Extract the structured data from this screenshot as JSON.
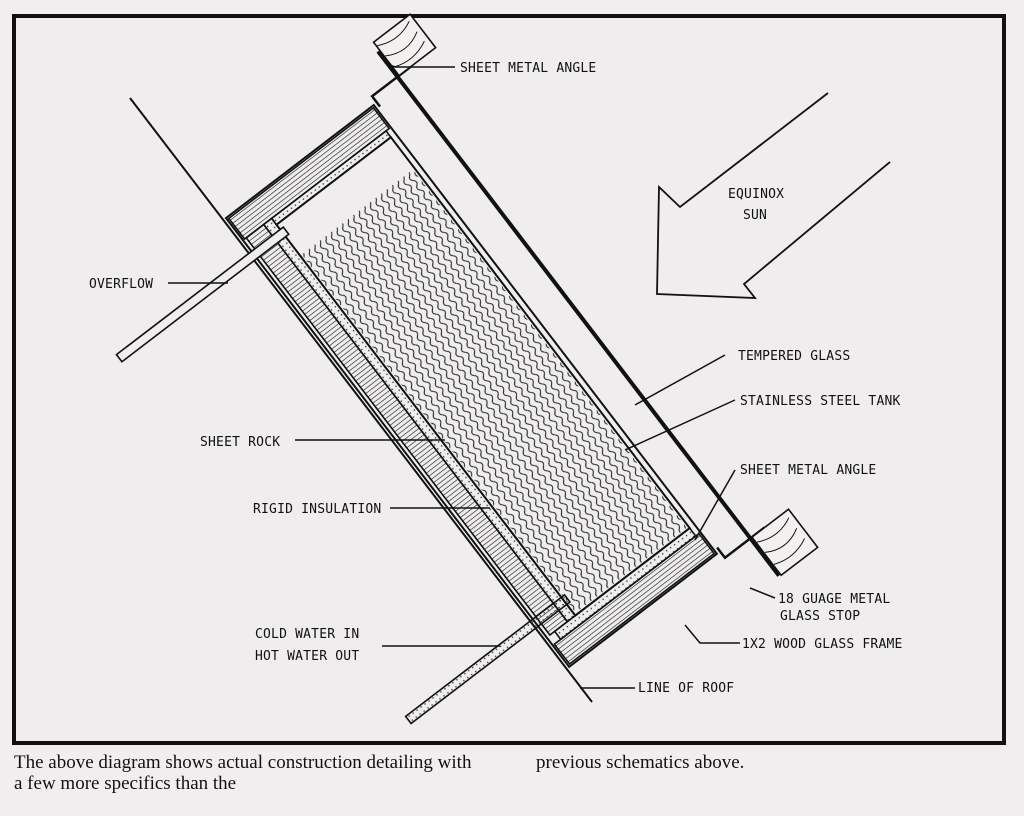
{
  "labels": {
    "sheet_metal_angle_top": "SHEET METAL ANGLE",
    "equinox_sun_1": "EQUINOX",
    "equinox_sun_2": "SUN",
    "overflow": "OVERFLOW",
    "tempered_glass": "TEMPERED GLASS",
    "stainless_steel_tank": "STAINLESS STEEL TANK",
    "sheet_rock": "SHEET ROCK",
    "sheet_metal_angle_bottom": "SHEET METAL ANGLE",
    "rigid_insulation": "RIGID INSULATION",
    "glass_stop_1": "18 GUAGE METAL",
    "glass_stop_2": "GLASS STOP",
    "cold_water_in": "COLD WATER IN",
    "hot_water_out": "HOT WATER OUT",
    "wood_glass_frame": "1X2 WOOD GLASS FRAME",
    "line_of_roof": "LINE OF ROOF"
  },
  "caption": {
    "left": "The above diagram shows actual construction detailing with a few more specifics than the",
    "right": "previous schematics above."
  }
}
